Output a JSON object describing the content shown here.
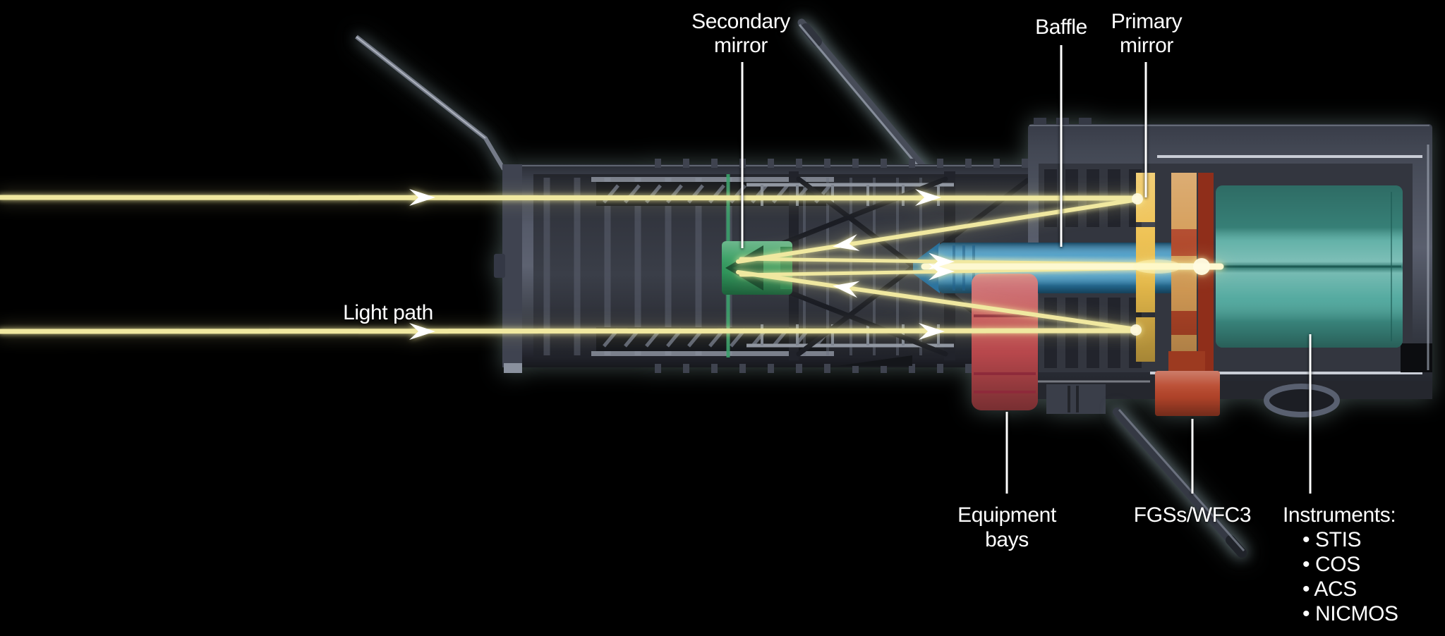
{
  "figure": {
    "description": "Cutaway diagram of the Hubble Space Telescope showing the light path through its optical system"
  },
  "labels": {
    "secondary_mirror": {
      "line1": "Secondary",
      "line2": "mirror"
    },
    "light_path": "Light path",
    "baffle": "Baffle",
    "primary_mirror": {
      "line1": "Primary",
      "line2": "mirror"
    },
    "equipment_bays": {
      "line1": "Equipment",
      "line2": "bays"
    },
    "fgs_wfc3": "FGSs/WFC3",
    "instruments": {
      "heading": "Instruments:",
      "items": [
        "• STIS",
        "• COS",
        "• ACS",
        "• NICMOS"
      ]
    }
  },
  "colors": {
    "background": "#000000",
    "beam": "#f0e8a0",
    "beam_bright": "#fdf8d0",
    "arrow": "#ffffff",
    "leader_line": "#ffffff",
    "label_text": "#ffffff",
    "secondary_mirror_green": "#2f9a5e",
    "central_baffle_blue": "#2f8fc6",
    "primary_mirror_yellow": "#eec04d",
    "mirror_support_tan": "#d49b55",
    "mirror_support_red": "#b04527",
    "equipment_bays_red": "#c14b50",
    "fgs_wfc3_orange": "#b8462b",
    "instruments_teal": "#46a398",
    "hull_gray": "#474b58"
  }
}
